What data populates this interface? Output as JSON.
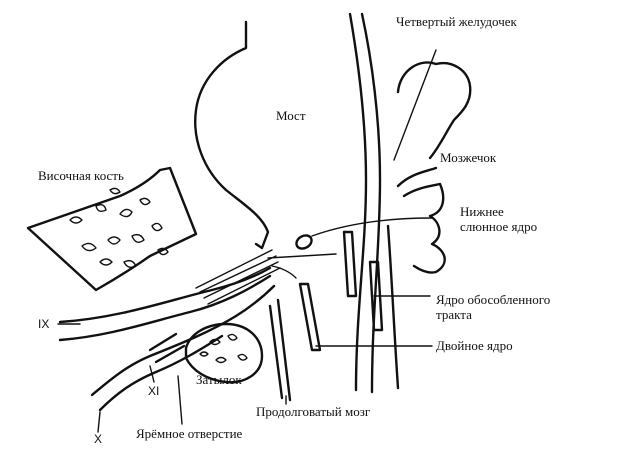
{
  "labels": {
    "fourth_ventricle": "Четвертый желудочек",
    "pons": "Мост",
    "cerebellum": "Мозжечок",
    "temporal_bone": "Височная кость",
    "inferior_salivatory_nucleus_1": "Нижнее",
    "inferior_salivatory_nucleus_2": "слюнное ядро",
    "solitary_tract_nucleus_1": "Ядро обособленного",
    "solitary_tract_nucleus_2": "тракта",
    "nucleus_ambiguus": "Двойное ядро",
    "occiput": "Затылок",
    "medulla_oblongata": "Продолговатый мозг",
    "jugular_foramen": "Ярёмное отверстие",
    "nerve_ix": "IX",
    "nerve_xi": "XI",
    "nerve_x": "X"
  }
}
